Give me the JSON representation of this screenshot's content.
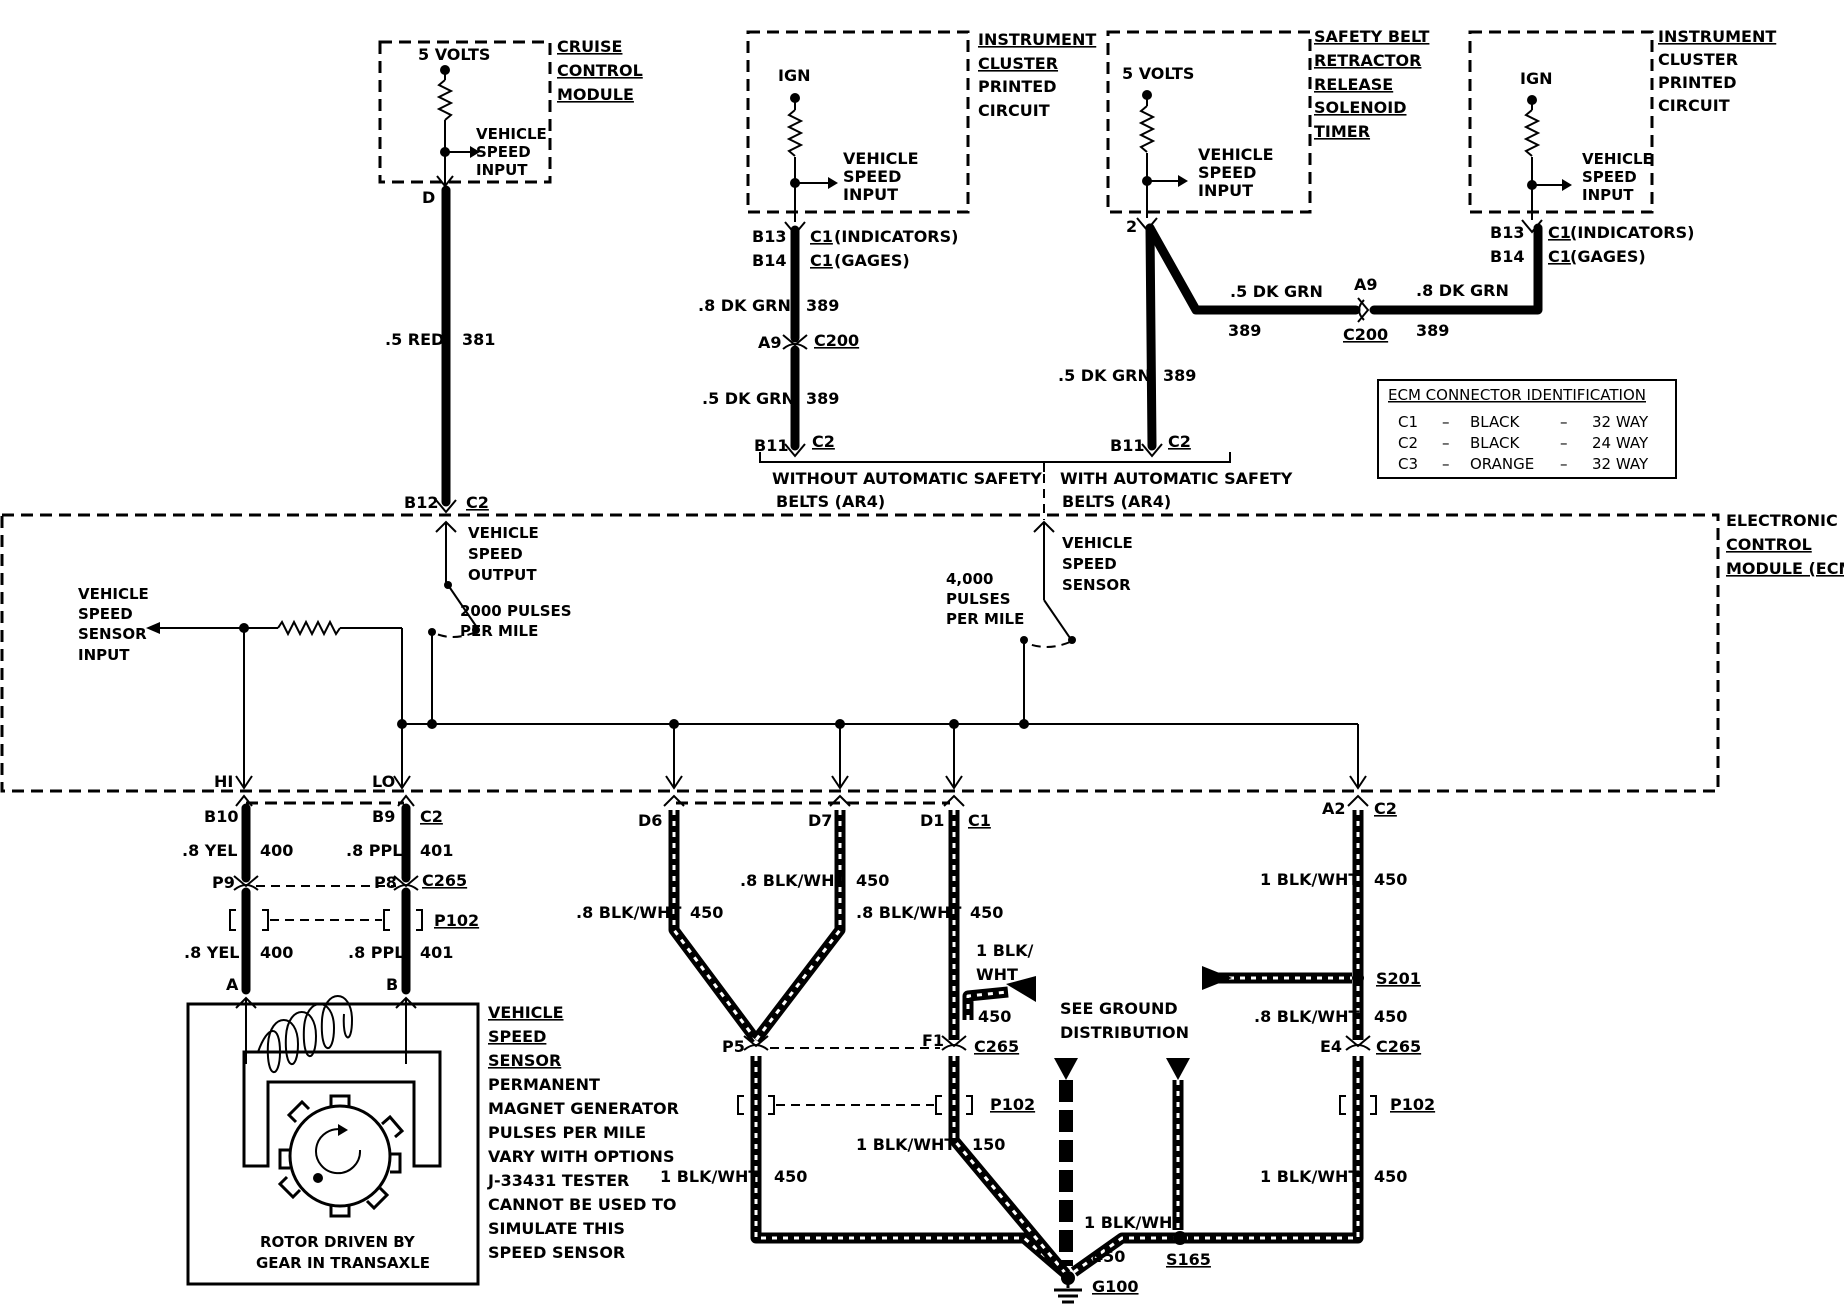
{
  "modules": {
    "cruise": {
      "title": [
        "CRUISE",
        "CONTROL",
        "MODULE"
      ],
      "voltage": "5 VOLTS",
      "input": [
        "VEHICLE",
        "SPEED",
        "INPUT"
      ],
      "pin": "D"
    },
    "cluster_left": {
      "title": [
        "INSTRUMENT",
        "CLUSTER",
        "PRINTED",
        "CIRCUIT"
      ],
      "supply": "IGN",
      "input": [
        "VEHICLE",
        "SPEED",
        "INPUT"
      ],
      "pin1": "B13",
      "pin2": "B14",
      "conn1": "C1",
      "conn1_desc": "(INDICATORS)",
      "conn2": "C1",
      "conn2_desc": "(GAGES)"
    },
    "belt_timer": {
      "title": [
        "SAFETY BELT",
        "RETRACTOR",
        "RELEASE",
        "SOLENOID",
        "TIMER"
      ],
      "voltage": "5 VOLTS",
      "input": [
        "VEHICLE",
        "SPEED",
        "INPUT"
      ],
      "pin": "2"
    },
    "cluster_right": {
      "title": [
        "INSTRUMENT",
        "CLUSTER",
        "PRINTED",
        "CIRCUIT"
      ],
      "supply": "IGN",
      "input": [
        "VEHICLE",
        "SPEED",
        "INPUT"
      ],
      "pin1": "B13",
      "pin2": "B14",
      "conn1": "C1",
      "conn1_desc": "(INDICATORS)",
      "conn2": "C1",
      "conn2_desc": "(GAGES)"
    },
    "ecm": {
      "title": [
        "ELECTRONIC",
        "CONTROL",
        "MODULE (ECM)"
      ]
    }
  },
  "ecm_table": {
    "header": "ECM CONNECTOR IDENTIFICATION",
    "rows": [
      {
        "conn": "C1",
        "dash1": "–",
        "color": "BLACK",
        "dash2": "–",
        "ways": "32 WAY"
      },
      {
        "conn": "C2",
        "dash1": "–",
        "color": "BLACK",
        "dash2": "–",
        "ways": "24 WAY"
      },
      {
        "conn": "C3",
        "dash1": "–",
        "color": "ORANGE",
        "dash2": "–",
        "ways": "32 WAY"
      }
    ]
  },
  "wires": {
    "red": {
      "gauge": ".5 RED",
      "circuit": "381"
    },
    "dkgrn_8": {
      "gauge": ".8 DK GRN",
      "circuit": "389"
    },
    "dkgrn_5": {
      "gauge": ".5 DK GRN",
      "circuit": "389"
    },
    "yel": {
      "gauge": ".8 YEL",
      "circuit": "400"
    },
    "ppl": {
      "gauge": ".8 PPL",
      "circuit": "401"
    },
    "blkwht_8": {
      "gauge": ".8 BLK/WHT",
      "circuit": "450"
    },
    "blkwht_1": {
      "gauge": "1 BLK/WHT",
      "circuit": "450"
    },
    "blkwht_1_split": [
      "1 BLK/",
      "WHT"
    ],
    "blkwht_150": {
      "gauge": "1 BLK/WHT",
      "circuit": "150"
    }
  },
  "connectors": {
    "C200": "C200",
    "C2": "C2",
    "C1": "C1",
    "C265": "C265",
    "P102": "P102",
    "A9": "A9",
    "B11": "B11",
    "B12": "B12",
    "B10": "B10",
    "B9": "B9",
    "P9": "P9",
    "P8": "P8",
    "A": "A",
    "B": "B",
    "D6": "D6",
    "D7": "D7",
    "D1": "D1",
    "A2": "A2",
    "P5": "P5",
    "F1": "F1",
    "E4": "E4",
    "S201": "S201",
    "S165": "S165",
    "G100": "G100",
    "HI": "HI",
    "LO": "LO"
  },
  "notes": {
    "without": [
      "WITHOUT AUTOMATIC SAFETY",
      "BELTS (AR4)"
    ],
    "with": [
      "WITH AUTOMATIC SAFETY",
      "BELTS (AR4)"
    ],
    "vso": [
      "VEHICLE",
      "SPEED",
      "OUTPUT"
    ],
    "pulses2000": [
      "2000 PULSES",
      "PER MILE"
    ],
    "pulses4000": [
      "4,000",
      "PULSES",
      "PER MILE"
    ],
    "vss": [
      "VEHICLE",
      "SPEED",
      "SENSOR"
    ],
    "vss_input": [
      "VEHICLE",
      "SPEED",
      "SENSOR",
      "INPUT"
    ],
    "ground": [
      "SEE GROUND",
      "DISTRIBUTION"
    ],
    "rotor": [
      "ROTOR DRIVEN BY",
      "GEAR IN TRANSAXLE"
    ],
    "sensor_title": [
      "VEHICLE",
      "SPEED",
      "SENSOR"
    ],
    "sensor_desc": [
      "PERMANENT",
      "MAGNET GENERATOR",
      "PULSES PER MILE",
      "VARY WITH OPTIONS",
      "J-33431 TESTER",
      "CANNOT BE USED TO",
      "SIMULATE THIS",
      "SPEED SENSOR"
    ]
  }
}
